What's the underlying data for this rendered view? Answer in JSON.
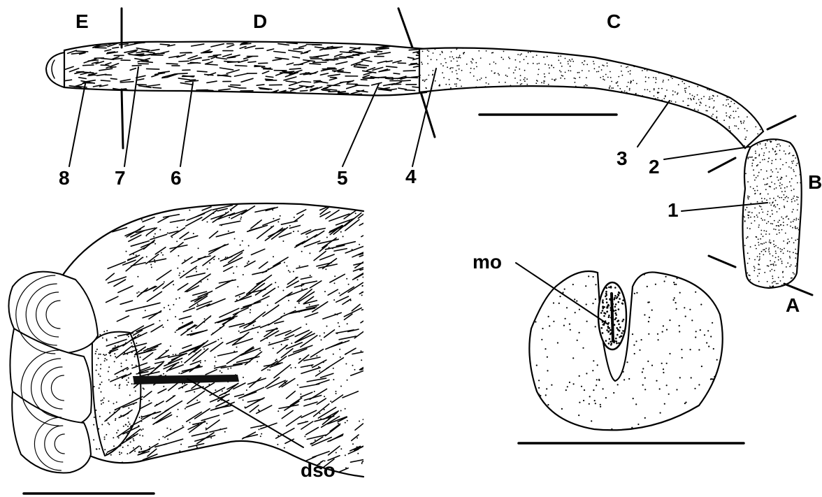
{
  "region_labels": [
    "E",
    "D",
    "C",
    "B",
    "A"
  ],
  "part_numbers": [
    "8",
    "7",
    "6",
    "5",
    "4",
    "3",
    "2",
    "1"
  ],
  "structure_labels": {
    "mouth_opening": "mo",
    "dorsal_sense_organ": "dso"
  }
}
